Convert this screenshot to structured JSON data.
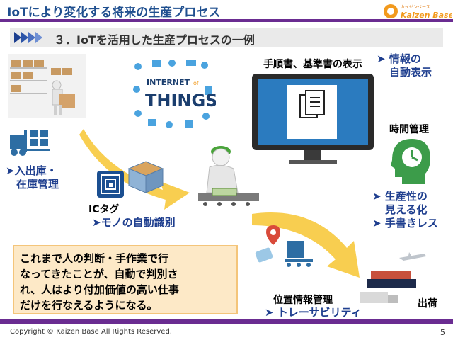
{
  "header": {
    "title": "IoTにより変化する将来の生産プロセス",
    "logo_text": "Kaizen Base",
    "logo_sub": "カイゼンベース"
  },
  "subtitle": "３．IoTを活用した生産プロセスの一例",
  "left": {
    "label_line1": "入出庫・",
    "label_line2": "在庫管理"
  },
  "iot": {
    "line1": "INTERNET",
    "line2": "of",
    "line3": "THINGS"
  },
  "ic": {
    "label": "ICタグ",
    "caption": "モノの自動識別"
  },
  "monitor": {
    "label": "手順書、基準書の表示",
    "info_line1": "情報の",
    "info_line2": "自動表示"
  },
  "time": {
    "label": "時間管理"
  },
  "productivity": {
    "line1": "生産性の",
    "line2": "見える化",
    "line3": "手書きレス"
  },
  "location": {
    "label": "位置情報管理",
    "trace": "トレーサビリティ"
  },
  "shipping": {
    "label": "出荷"
  },
  "note": {
    "line1": "これまで人の判断・手作業で行",
    "line2": "なってきたことが、自動で判別さ",
    "line3": "れ、人はより付加価値の高い仕事",
    "line4": "だけを行なえるようになる。"
  },
  "footer": {
    "copyright": "Copyright ©  Kaizen Base  All Rights Reserved.",
    "page": "5"
  },
  "colors": {
    "title": "#1f4f8f",
    "accent_bar": "#6a2c91",
    "arrow": "#f7c531",
    "note_bg": "#fde9c7",
    "icon_green": "#3c9c4a",
    "icon_blue": "#2d6da3"
  }
}
